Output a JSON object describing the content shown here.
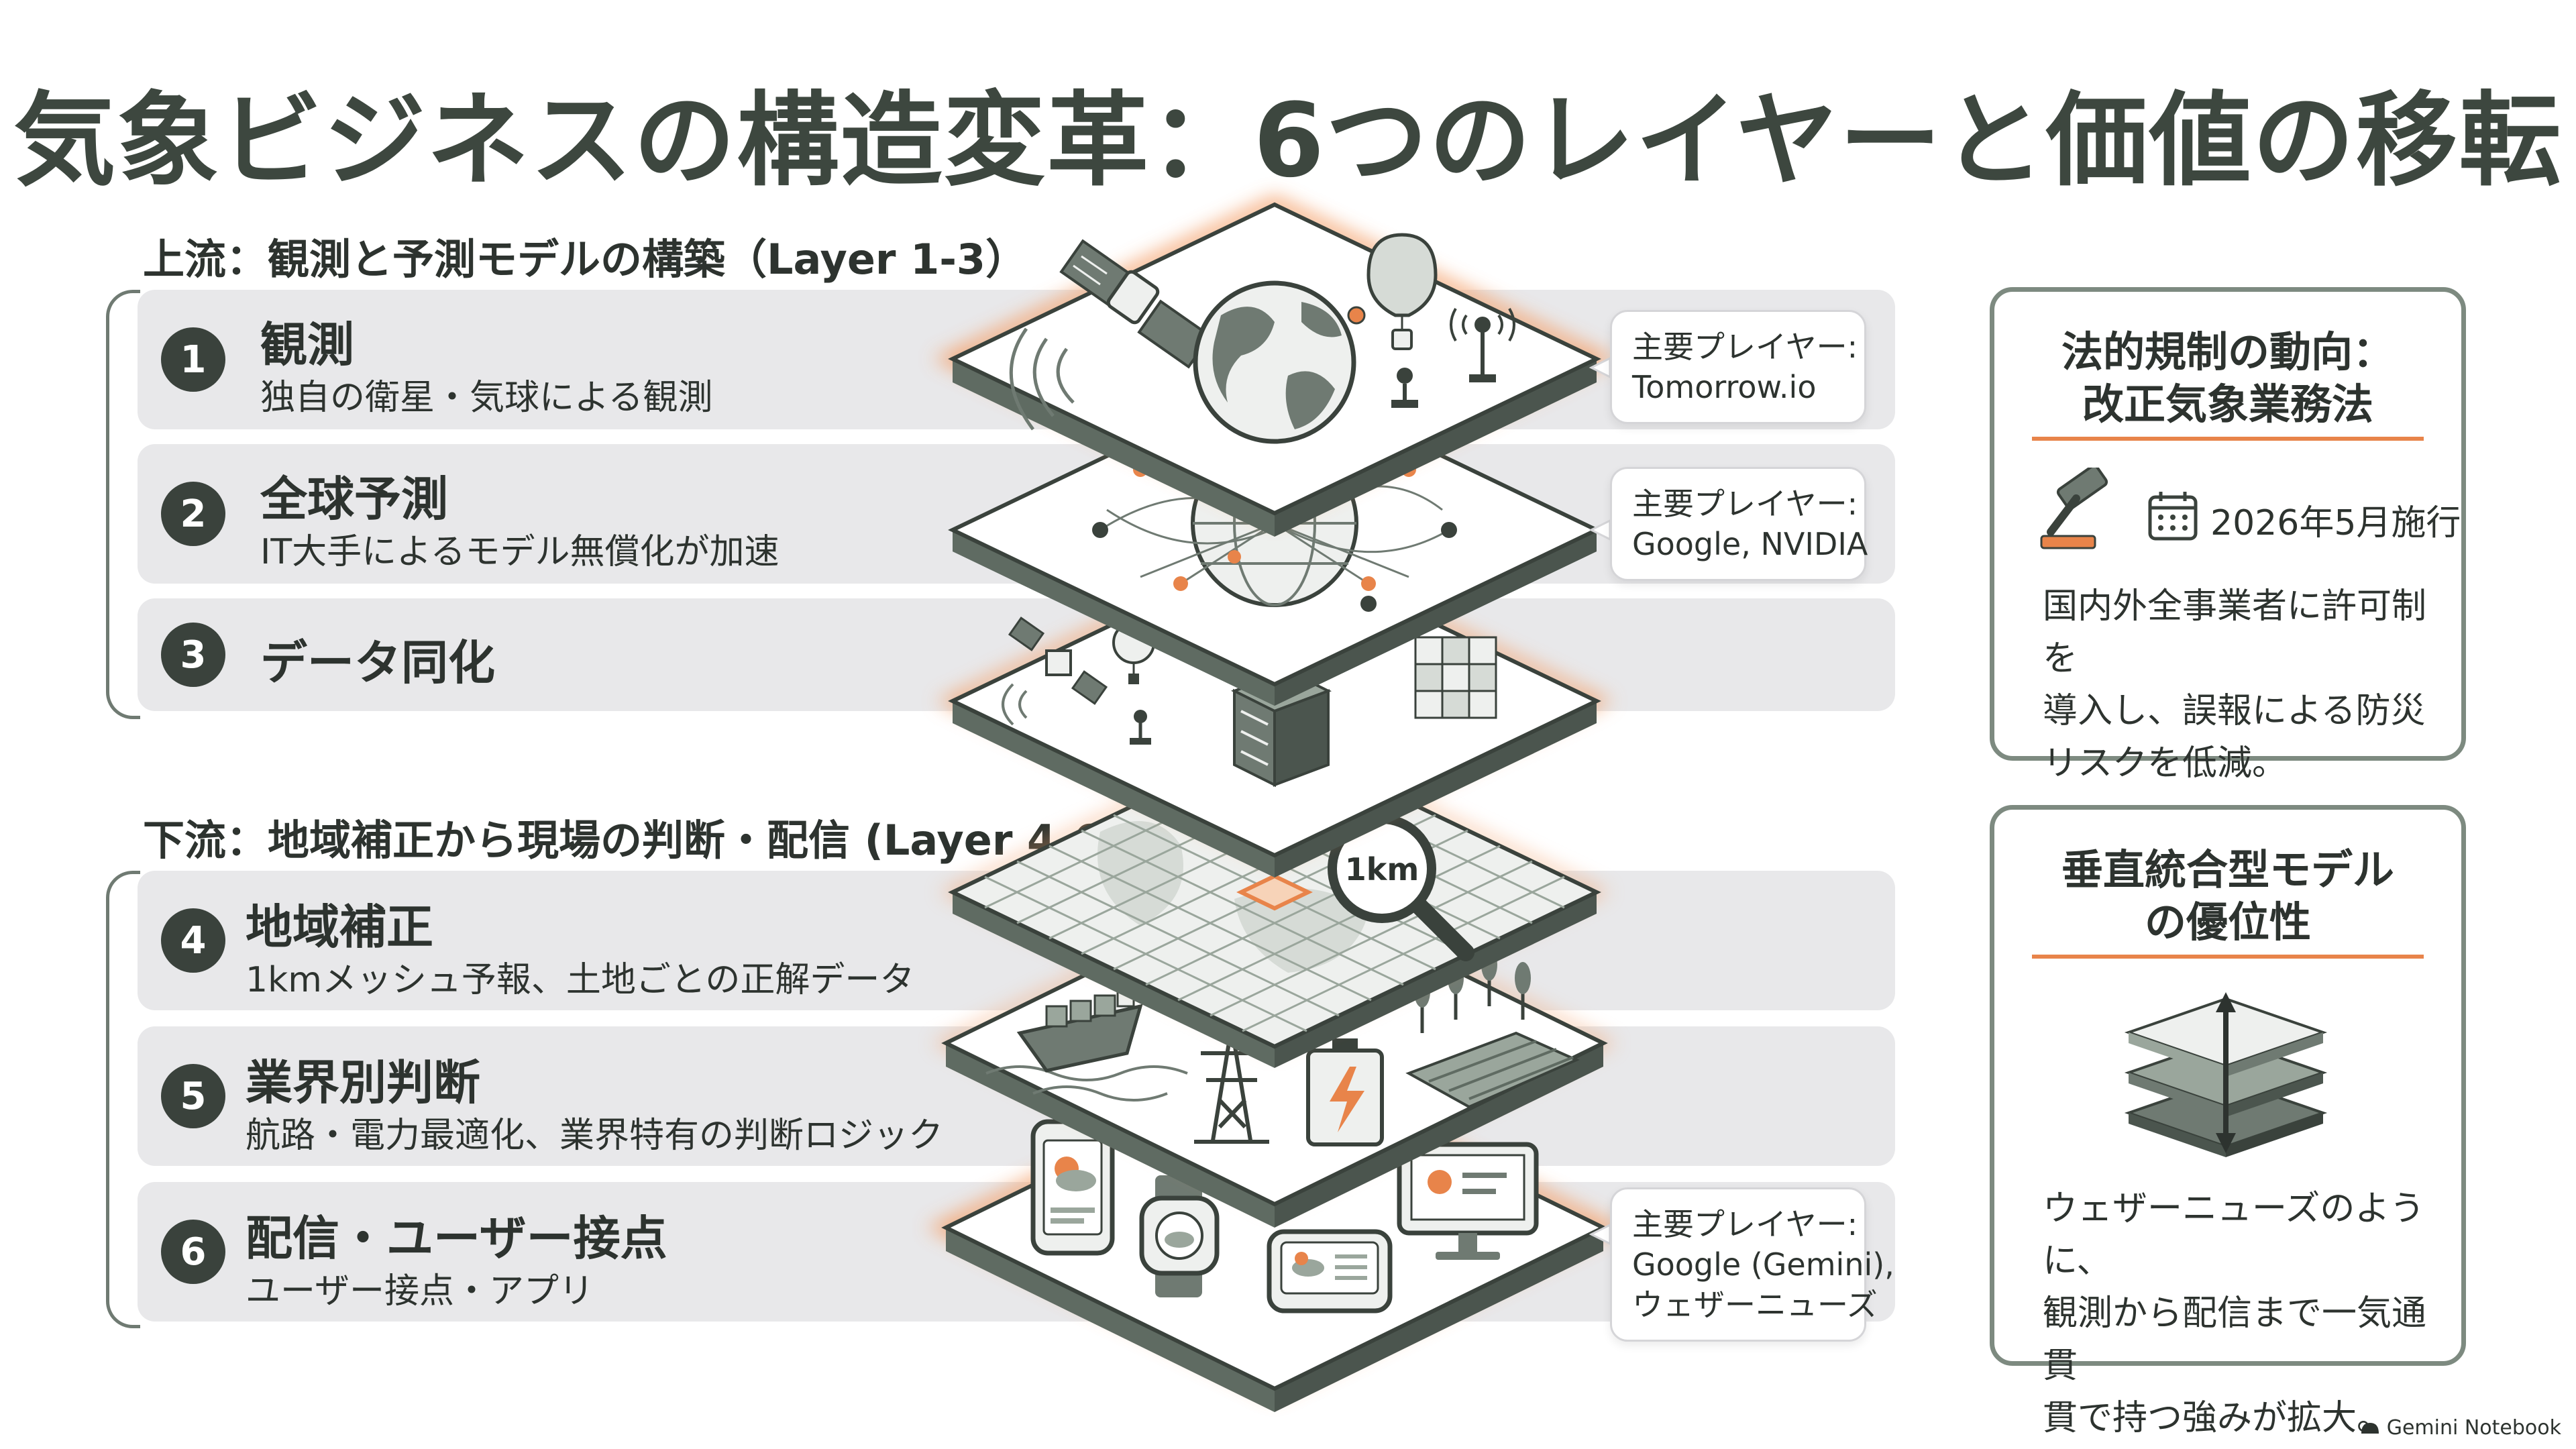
{
  "title": "気象ビジネスの構造変革：6つのレイヤーと価値の移転",
  "upstream": {
    "label": "上流：観測と予測モデルの構築（Layer 1-3）"
  },
  "downstream": {
    "label": "下流：地域補正から現場の判断・配信 (Layer 4-6)"
  },
  "layers": [
    {
      "num": "1",
      "name": "観測",
      "desc": "独自の衛星・気球による観測"
    },
    {
      "num": "2",
      "name": "全球予測",
      "desc": "IT大手によるモデル無償化が加速"
    },
    {
      "num": "3",
      "name": "データ同化",
      "desc": ""
    },
    {
      "num": "4",
      "name": "地域補正",
      "desc": "1kmメッシュ予報、土地ごとの正解データ"
    },
    {
      "num": "5",
      "name": "業界別判断",
      "desc": "航路・電力最適化、業界特有の判断ロジック"
    },
    {
      "num": "6",
      "name": "配信・ユーザー接点",
      "desc": "ユーザー接点・アプリ"
    }
  ],
  "players": {
    "p1": {
      "label": "主要プレイヤー:",
      "line1": "Tomorrow.io"
    },
    "p2": {
      "label": "主要プレイヤー:",
      "line1": "Google, NVIDIA"
    },
    "p6": {
      "label": "主要プレイヤー:",
      "line1": "Google (Gemini),",
      "line2": "ウェザーニューズ"
    }
  },
  "map_badge": "1km",
  "regulation": {
    "title1": "法的規制の動向：",
    "title2": "改正気象業務法",
    "date": "2026年5月施行",
    "body": [
      "国内外全事業者に許可制を",
      "導入し、誤報による防災",
      "リスクを低減。"
    ]
  },
  "vertical": {
    "title1": "垂直統合型モデル",
    "title2": "の優位性",
    "body": [
      "ウェザーニューズのように、",
      "観測から配信まで一気通貫",
      "貫で持つ強みが拡大。"
    ]
  },
  "brand": "Gemini Notebook",
  "icons": [
    "satellite-icon",
    "balloon-icon",
    "globe-icon",
    "radar-tower-icon",
    "network-globe-icon",
    "server-icon",
    "data-cubes-icon",
    "magnifier-icon",
    "ship-icon",
    "power-tower-icon",
    "battery-icon",
    "crops-icon",
    "smartphone-icon",
    "smartwatch-icon",
    "smart-display-icon",
    "monitor-icon",
    "gavel-icon",
    "calendar-icon",
    "stacked-layers-icon"
  ],
  "colors": {
    "accent": "#e8844a",
    "dark": "#3a423c",
    "band": "#e8e8ea",
    "frame": "#7d8a80"
  }
}
